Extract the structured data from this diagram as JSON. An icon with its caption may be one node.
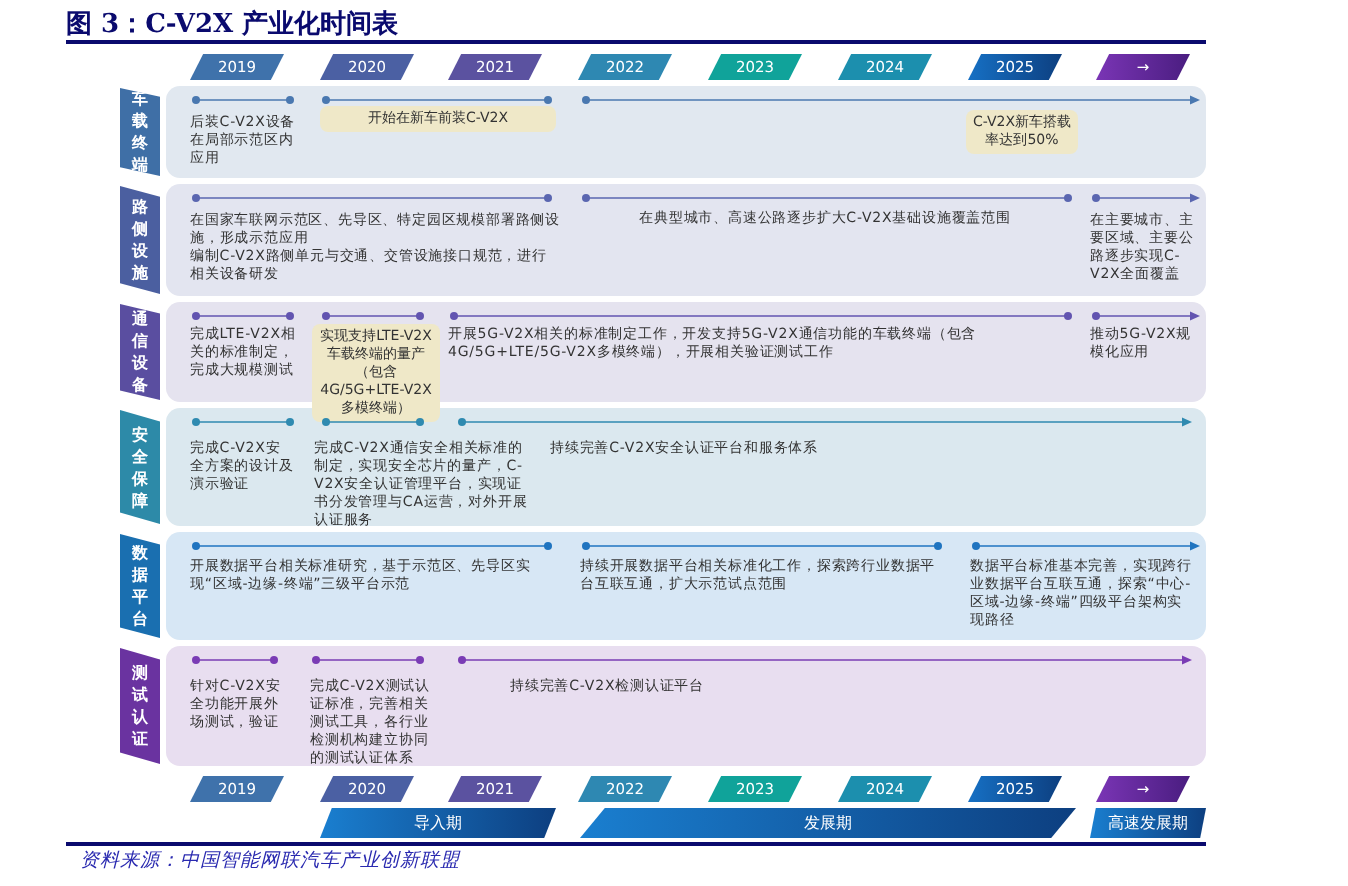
{
  "diagram": {
    "title": "图 3：C-V2X 产业化时间表",
    "caption": "资料来源：中国智能网联汽车产业创新联盟",
    "nodes": [
      {
        "text": [
          "2019"
        ]
      },
      {
        "text": [
          "2020"
        ]
      },
      {
        "text": [
          "2021"
        ]
      },
      {
        "text": [
          "2022"
        ]
      },
      {
        "text": [
          "2023"
        ]
      },
      {
        "text": [
          "2024"
        ]
      },
      {
        "text": [
          "2025"
        ]
      },
      {
        "text": [
          "→"
        ]
      },
      {
        "text": [
          "车载终端"
        ]
      },
      {
        "text": [
          "后装C-V2X设备在局部示范区内应用"
        ],
        "in": 8
      },
      {
        "text": [
          "开始在新车前装C-V2X"
        ],
        "in": 8
      },
      {
        "text": [
          "C-V2X新车搭载率达到50%"
        ],
        "in": 8
      },
      {
        "text": [
          "路侧设施"
        ]
      },
      {
        "text": [
          "在国家车联网示范区、先导区、特定园区规模部署路侧设施，形成示范应用",
          "编制C-V2X路侧单元与交通、交管设施接口规范，进行相关设备研发"
        ],
        "in": 12
      },
      {
        "text": [
          "在典型城市、高速公路逐步扩大C-V2X基础设施覆盖范围"
        ],
        "in": 12
      },
      {
        "text": [
          "在主要城市、主要区域、主要公路逐步实现C-V2X全面覆盖"
        ],
        "in": 12
      },
      {
        "text": [
          "通信设备"
        ]
      },
      {
        "text": [
          "完成LTE-V2X相关的标准制定，完成大规模测试"
        ],
        "in": 16
      },
      {
        "text": [
          "实现支持LTE-V2X车载终端的量产（包含4G/5G+LTE-V2X多模终端）"
        ],
        "in": 16
      },
      {
        "text": [
          "开展5G-V2X相关的标准制定工作，开发支持5G-V2X通信功能的车载终端（包含4G/5G+LTE/5G-V2X多模终端），开展相关验证测试工作"
        ],
        "in": 16
      },
      {
        "text": [
          "推动5G-V2X规模化应用"
        ],
        "in": 16
      },
      {
        "text": [
          "安全保障"
        ]
      },
      {
        "text": [
          "完成C-V2X安全方案的设计及演示验证"
        ],
        "in": 21
      },
      {
        "text": [
          "完成C-V2X通信安全相关标准的制定，实现安全芯片的量产，C-V2X安全认证管理平台，实现证书分发管理与CA运营，对外开展认证服务"
        ],
        "in": 21
      },
      {
        "text": [
          "持续完善C-V2X安全认证平台和服务体系"
        ],
        "in": 21
      },
      {
        "text": [
          "数据平台"
        ]
      },
      {
        "text": [
          "开展数据平台相关标准研究，基于示范区、先导区实现“区域-边缘-终端”三级平台示范"
        ],
        "in": 25
      },
      {
        "text": [
          "持续开展数据平台相关标准化工作，探索跨行业数据平台互联互通，扩大示范试点范围"
        ],
        "in": 25
      },
      {
        "text": [
          "数据平台标准基本完善，实现跨行业数据平台互联互通，探索“中心-区域-边缘-终端”四级平台架构实现路径"
        ],
        "in": 25
      },
      {
        "text": [
          "测试认证"
        ]
      },
      {
        "text": [
          "针对C-V2X安全功能开展外场测试，验证"
        ],
        "in": 29
      },
      {
        "text": [
          "完成C-V2X测试认证标准，完善相关测试工具，各行业检测机构建立协同的测试认证体系"
        ],
        "in": 29
      },
      {
        "text": [
          "持续完善C-V2X检测认证平台"
        ],
        "in": 29
      },
      {
        "text": [
          "2019"
        ]
      },
      {
        "text": [
          "2020"
        ]
      },
      {
        "text": [
          "2021"
        ]
      },
      {
        "text": [
          "2022"
        ]
      },
      {
        "text": [
          "2023"
        ]
      },
      {
        "text": [
          "2024"
        ]
      },
      {
        "text": [
          "2025"
        ]
      },
      {
        "text": [
          "→"
        ]
      },
      {
        "text": [
          "导入期"
        ]
      },
      {
        "text": [
          "发展期"
        ]
      },
      {
        "text": [
          "高速发展期"
        ]
      }
    ]
  }
}
